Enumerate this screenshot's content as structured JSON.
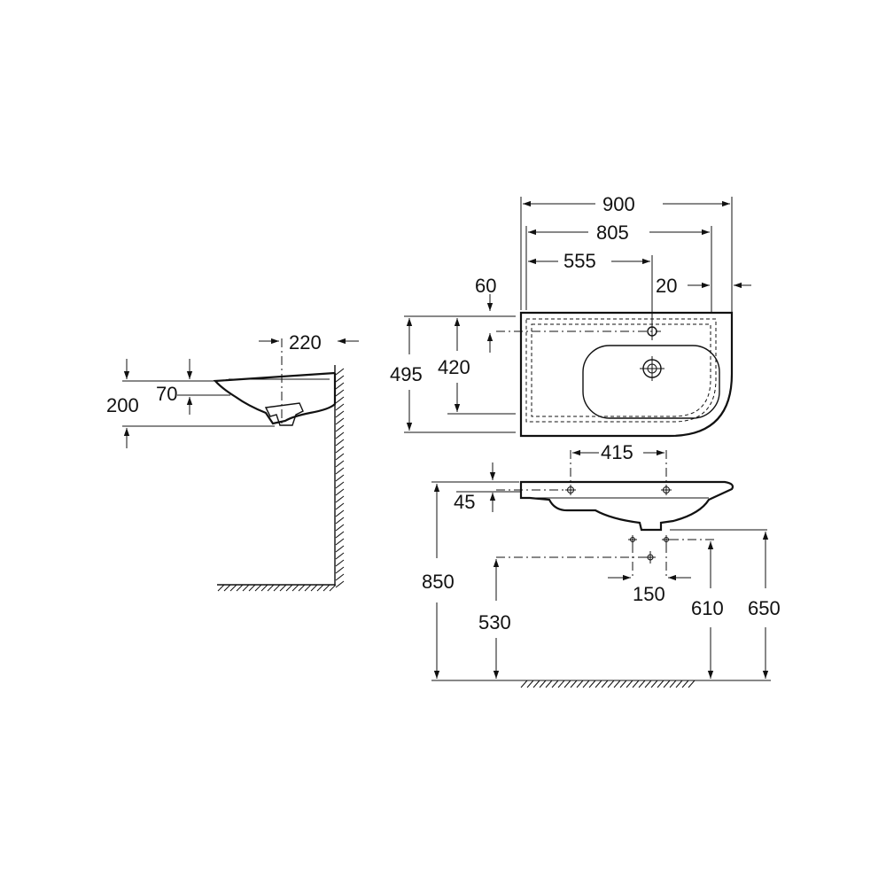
{
  "side_view": {
    "projection": "220",
    "height_total": "200",
    "height_top": "70"
  },
  "top_view": {
    "width_900": "900",
    "width_805": "805",
    "width_555": "555",
    "offset_20": "20",
    "offset_60": "60",
    "depth_495": "495",
    "depth_420": "420"
  },
  "front_view": {
    "tap_spacing": "415",
    "tap_depth": "45",
    "height_850": "850",
    "height_530": "530",
    "waste_spacing": "150",
    "height_610": "610",
    "height_650": "650"
  }
}
